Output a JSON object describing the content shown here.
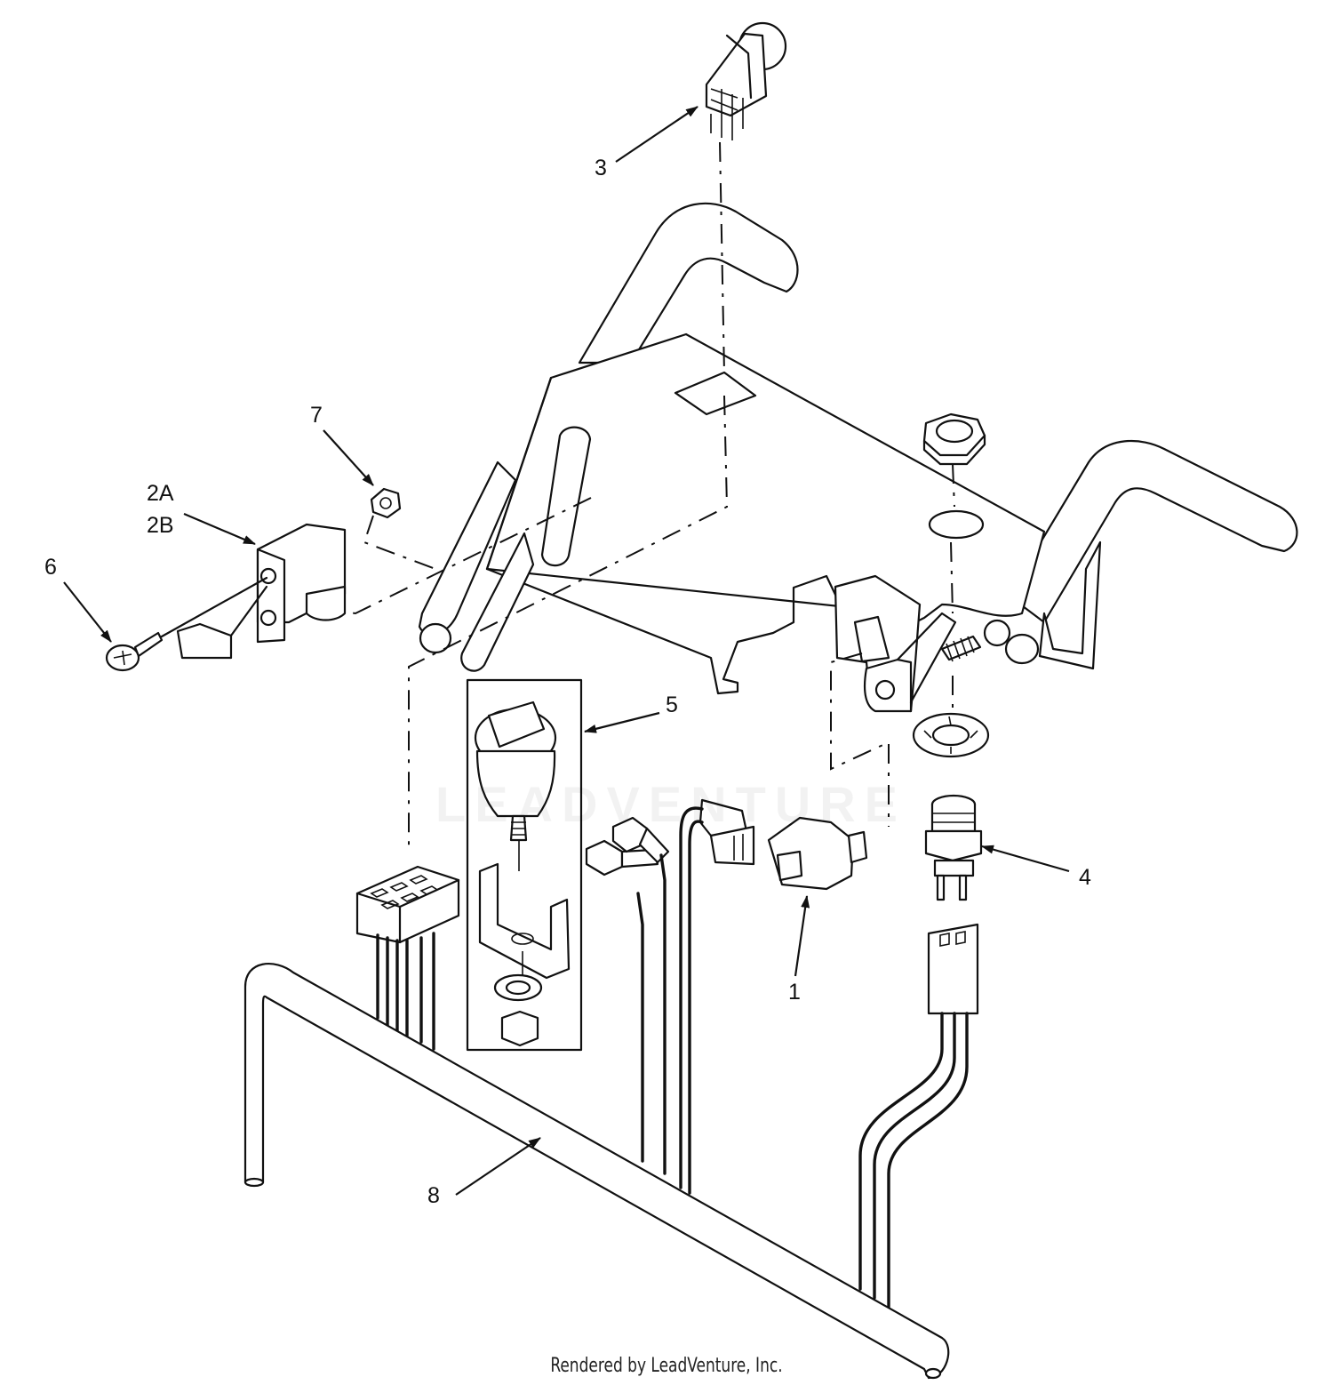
{
  "callouts": {
    "c1": "1",
    "c2a": "2A",
    "c2b": "2B",
    "c3": "3",
    "c4": "4",
    "c5": "5",
    "c6": "6",
    "c7": "7",
    "c8": "8"
  },
  "watermark": "LEADVENTURE",
  "footer": "Rendered by LeadVenture, Inc."
}
